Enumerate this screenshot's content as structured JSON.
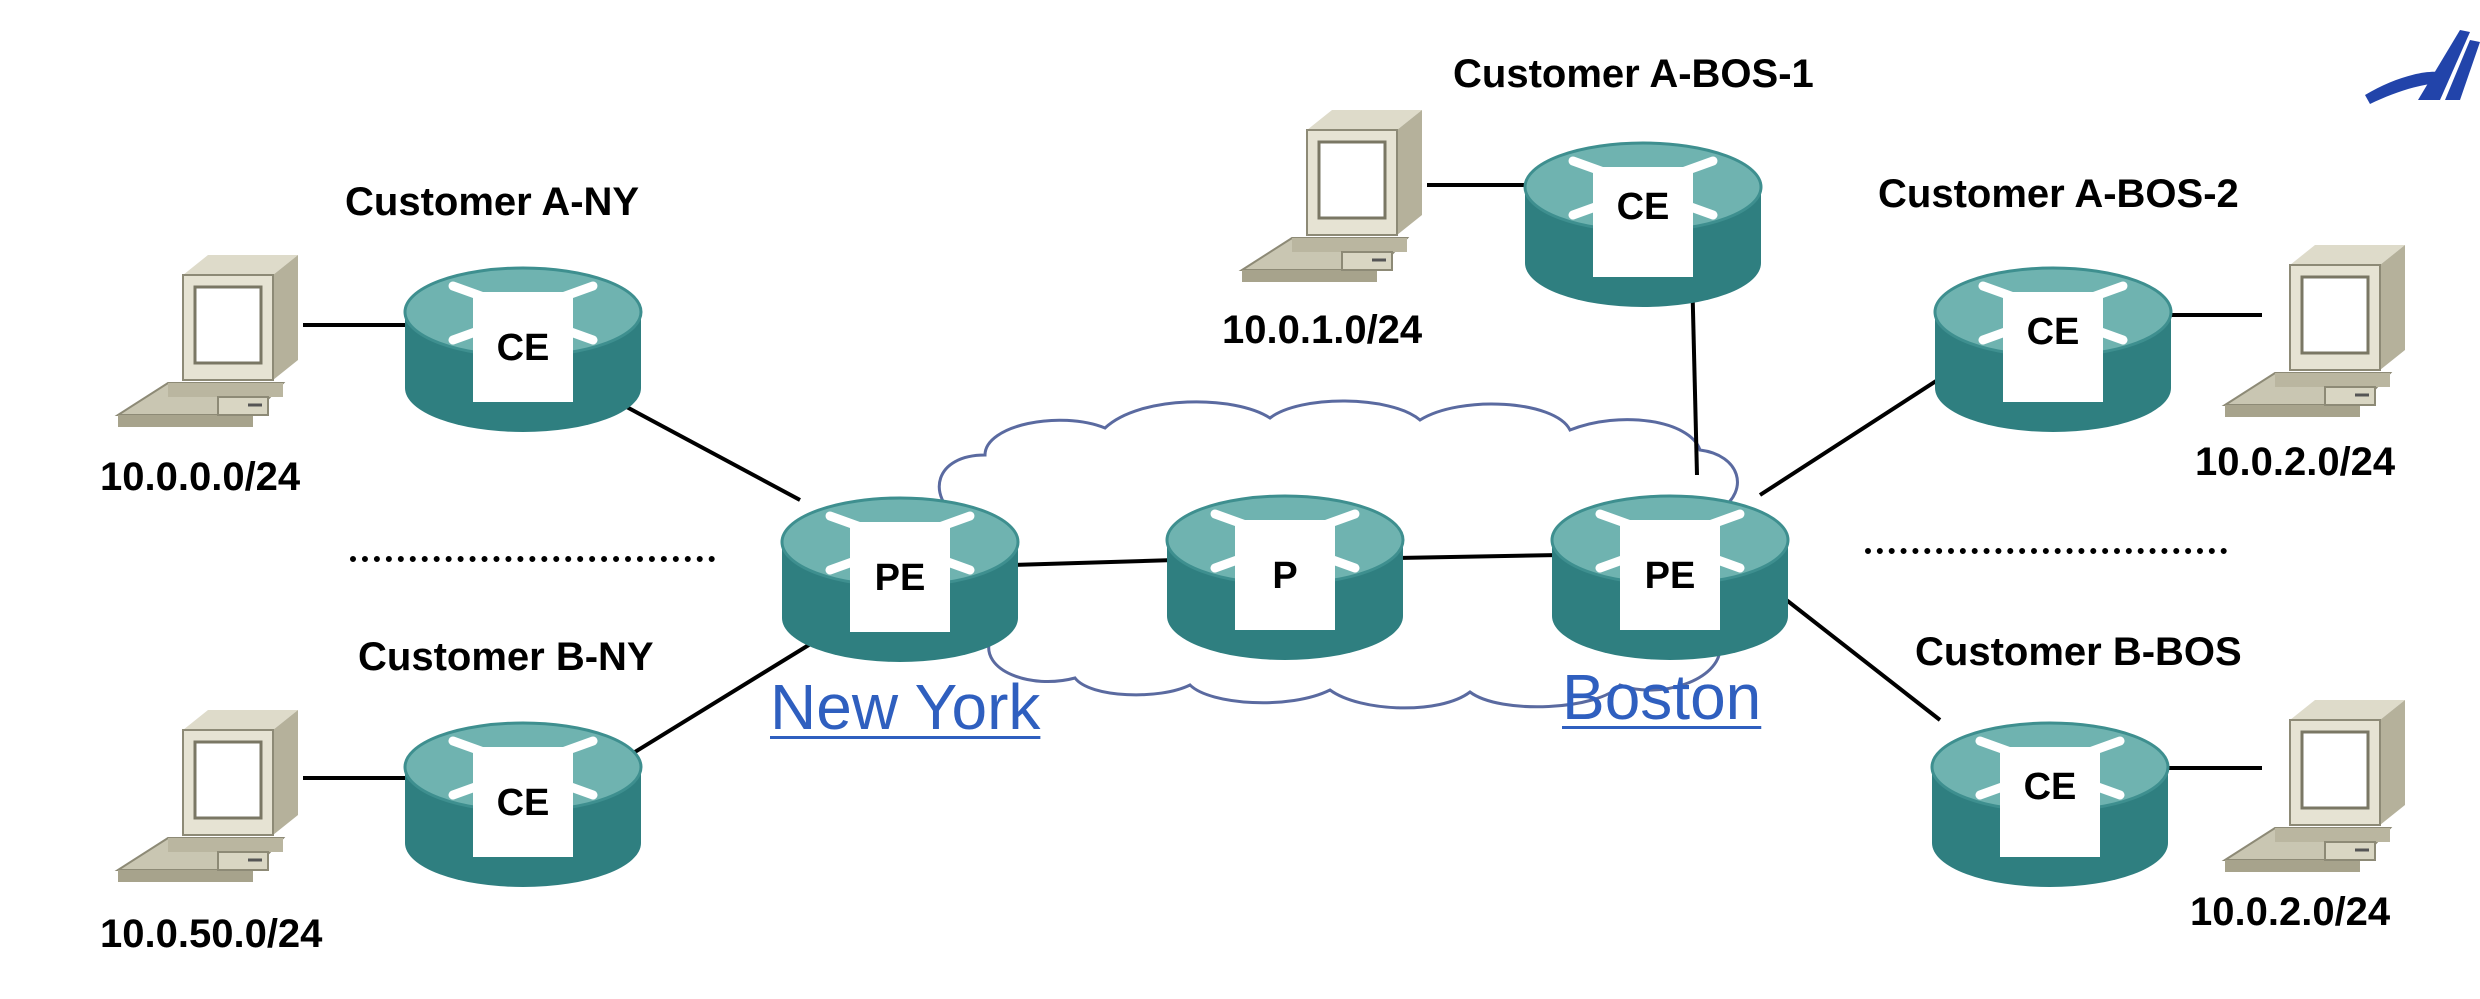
{
  "routers": {
    "ce_a_ny": {
      "label": "CE",
      "name": "Customer A-NY",
      "subnet": "10.0.0.0/24"
    },
    "ce_b_ny": {
      "label": "CE",
      "name": "Customer B-NY",
      "subnet": "10.0.50.0/24"
    },
    "pe_ny": {
      "label": "PE"
    },
    "p": {
      "label": "P"
    },
    "pe_bos": {
      "label": "PE"
    },
    "ce_a_bos1": {
      "label": "CE",
      "name": "Customer A-BOS-1",
      "subnet": "10.0.1.0/24"
    },
    "ce_a_bos2": {
      "label": "CE",
      "name": "Customer A-BOS-2",
      "subnet": "10.0.2.0/24"
    },
    "ce_b_bos": {
      "label": "CE",
      "name": "Customer B-BOS",
      "subnet": "10.0.2.0/24"
    }
  },
  "sites": {
    "new_york": "New York",
    "boston": "Boston"
  },
  "colors": {
    "router_top": "#6fb3b0",
    "router_side": "#2f7f80",
    "cloud_stroke": "#5a6aa0",
    "link": "#000000",
    "site_link": "#2f5fbf",
    "logo": "#2244aa"
  }
}
